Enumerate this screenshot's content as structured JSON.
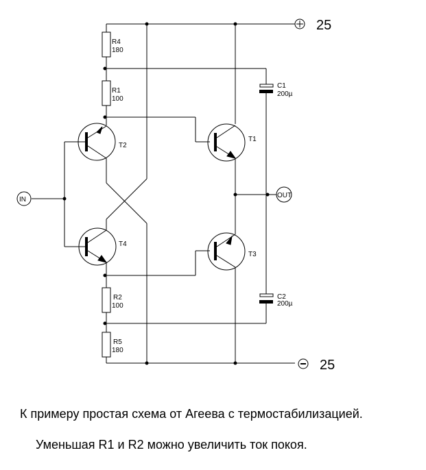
{
  "schematic": {
    "supply_positive": {
      "symbol": "+",
      "label": "25"
    },
    "supply_negative": {
      "symbol": "−",
      "label": "25"
    },
    "input_label": "IN",
    "output_label": "OUT",
    "resistors": [
      {
        "ref": "R4",
        "value": "180"
      },
      {
        "ref": "R1",
        "value": "100"
      },
      {
        "ref": "R2",
        "value": "100"
      },
      {
        "ref": "R5",
        "value": "180"
      }
    ],
    "capacitors": [
      {
        "ref": "C1",
        "value": "200µ"
      },
      {
        "ref": "C2",
        "value": "200µ"
      }
    ],
    "transistors": [
      {
        "ref": "T2",
        "type": "pnp"
      },
      {
        "ref": "T4",
        "type": "npn"
      },
      {
        "ref": "T1",
        "type": "npn"
      },
      {
        "ref": "T3",
        "type": "pnp"
      }
    ]
  },
  "captions": {
    "line1": "К примеру простая схема от Агеева с термостабилизацией.",
    "line2": "Уменьшая R1 и R2 можно увеличить ток покоя."
  }
}
